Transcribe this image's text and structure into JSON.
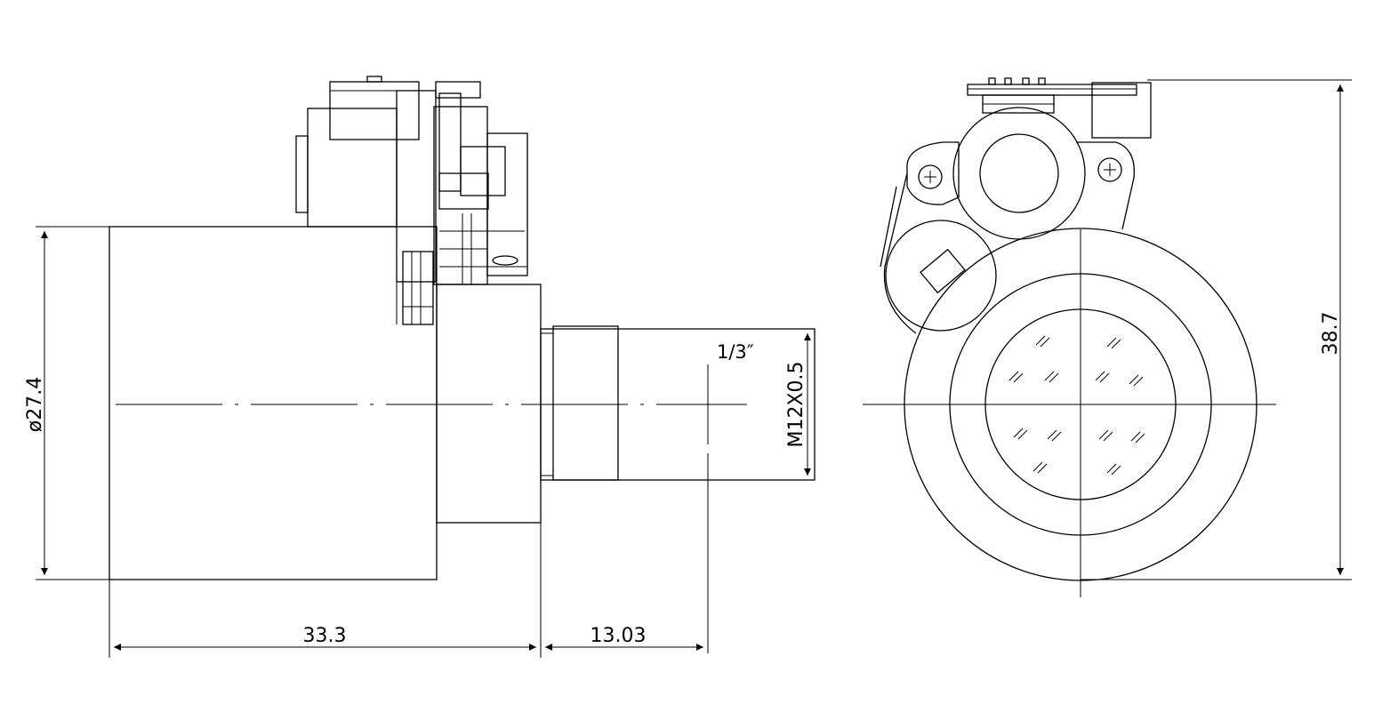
{
  "drawing": {
    "line_color": "#000000",
    "background": "#ffffff",
    "dimensions": {
      "diameter": "ø27.4",
      "body_length": "33.3",
      "flange_length": "13.03",
      "thread": "M12X0.5",
      "sensor_format": "1/3″",
      "height": "38.7"
    }
  }
}
